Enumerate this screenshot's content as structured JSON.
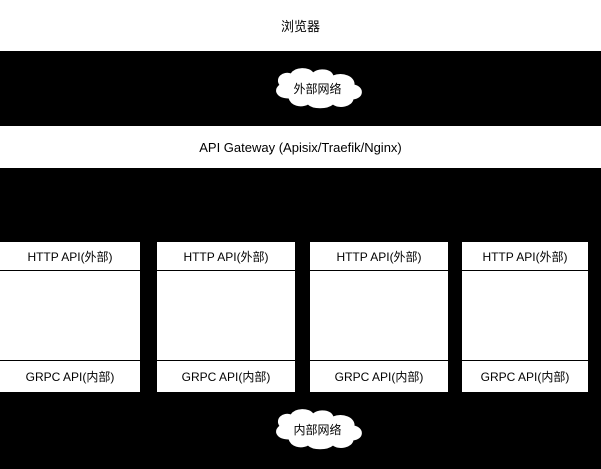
{
  "diagram": {
    "title": "Microservice API architecture diagram",
    "background_color": "#000000",
    "node_fill_color": "#ffffff",
    "node_stroke_color": "#000000",
    "browser": {
      "label": "浏览器"
    },
    "external_cloud": {
      "label": "外部网络",
      "icon": "cloud-shape"
    },
    "gateway": {
      "label": "API Gateway (Apisix/Traefik/Nginx)"
    },
    "internal_cloud": {
      "label": "内部网络",
      "icon": "cloud-shape"
    },
    "services": [
      {
        "http_label": "HTTP API(外部)",
        "body_label": "",
        "grpc_label": "GRPC API(内部)"
      },
      {
        "http_label": "HTTP API(外部)",
        "body_label": "",
        "grpc_label": "GRPC API(内部)"
      },
      {
        "http_label": "HTTP API(外部)",
        "body_label": "",
        "grpc_label": "GRPC API(内部)"
      },
      {
        "http_label": "HTTP API(外部)",
        "body_label": "",
        "grpc_label": "GRPC API(内部)"
      }
    ]
  }
}
